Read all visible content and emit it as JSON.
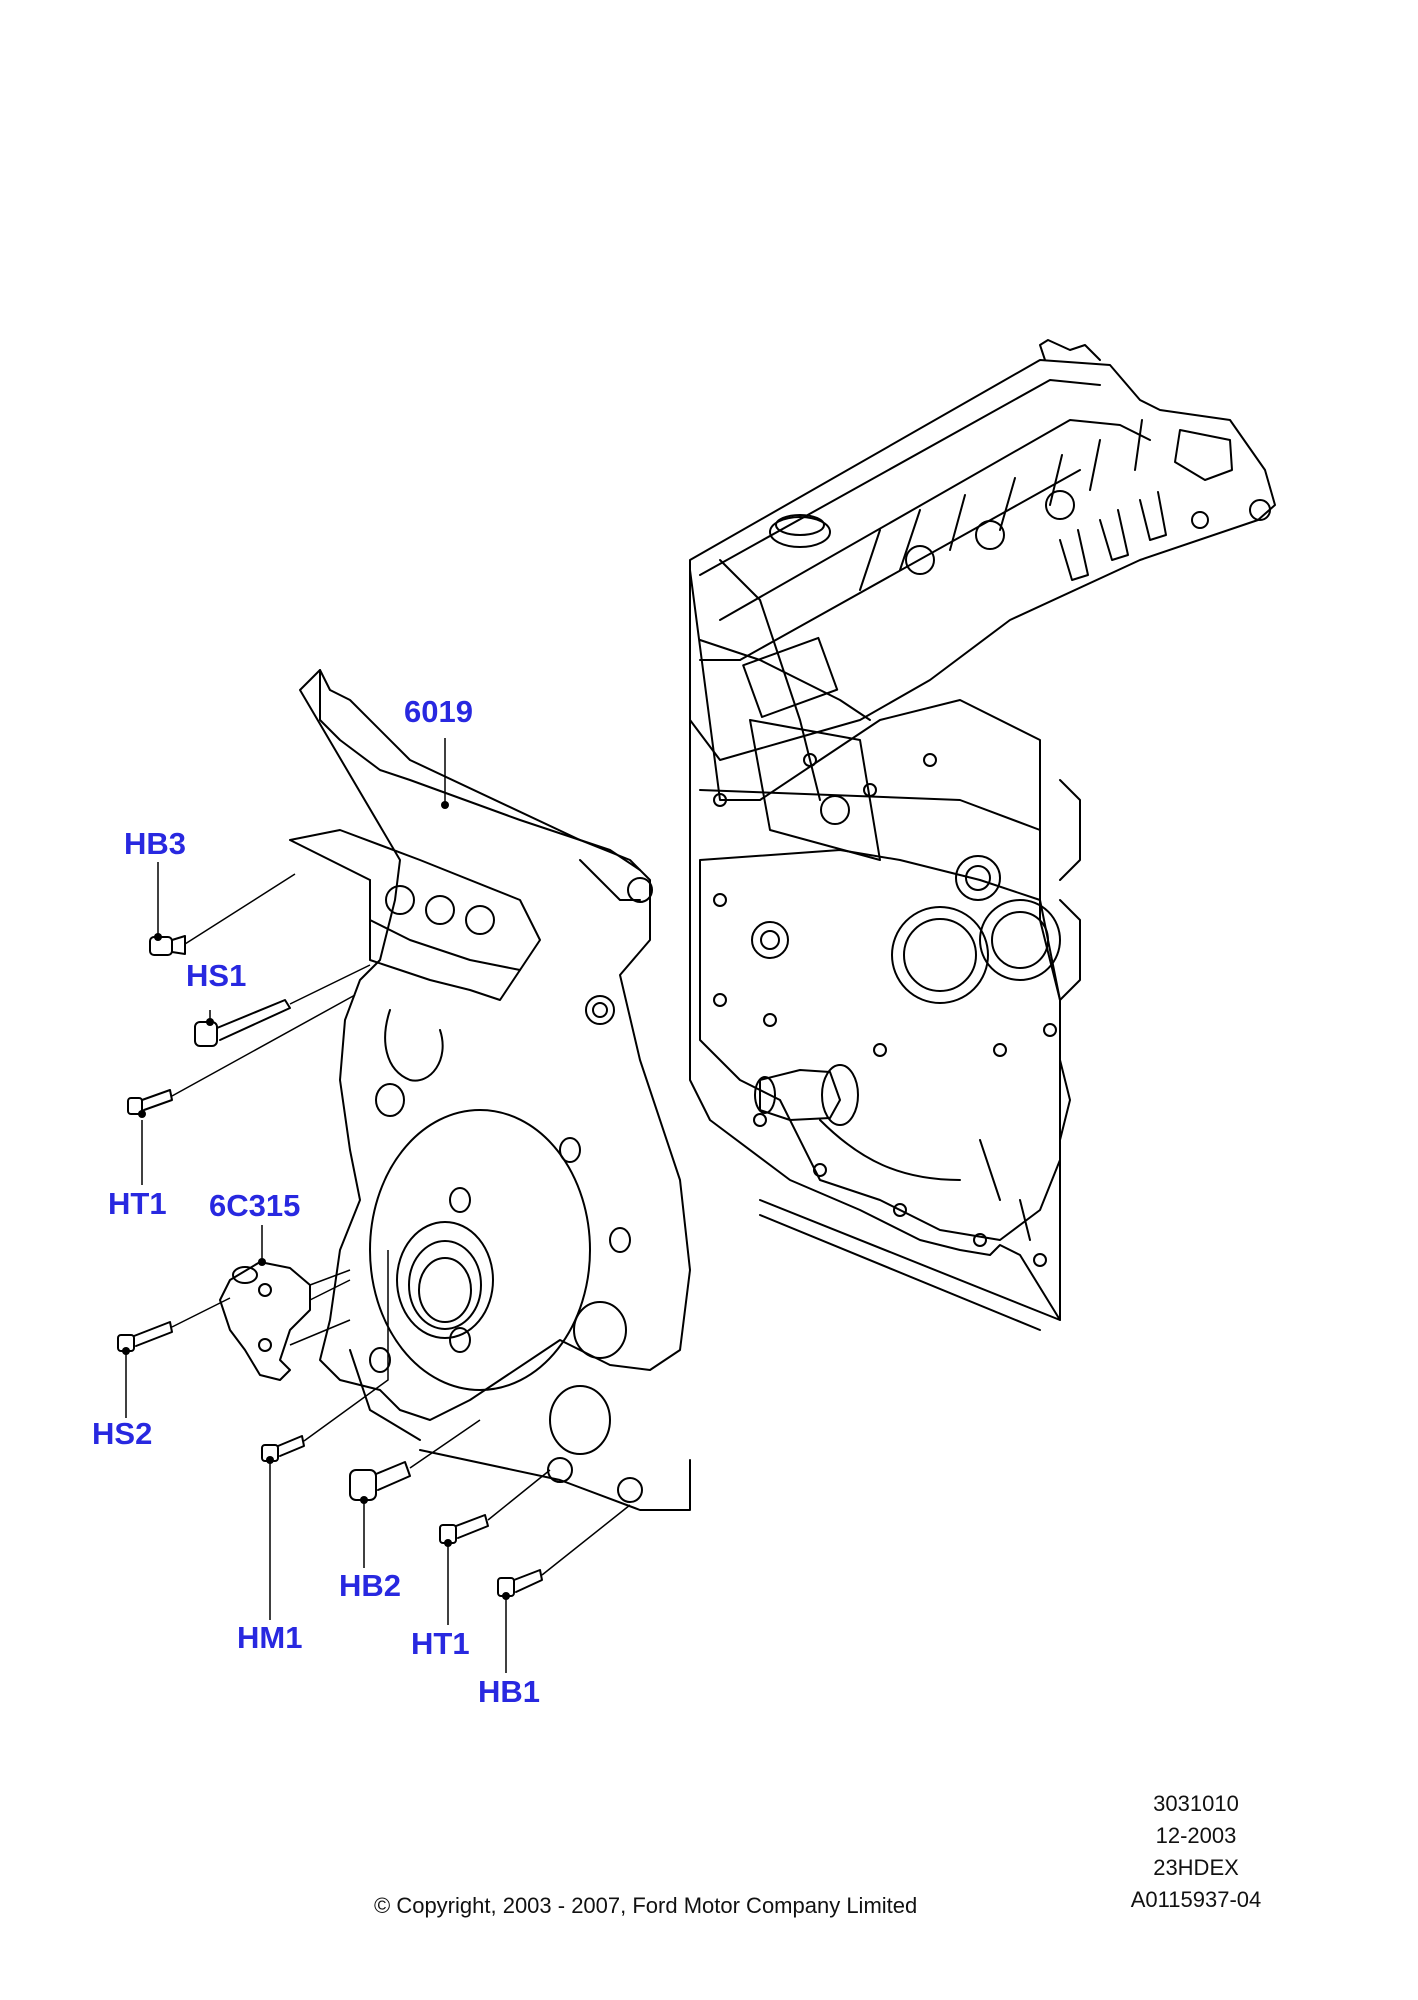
{
  "colors": {
    "callout": "#2828e0",
    "line": "#000000",
    "background": "#ffffff"
  },
  "callouts": {
    "c6019": "6019",
    "hb3": "HB3",
    "hs1": "HS1",
    "ht1_top": "HT1",
    "c6c315": "6C315",
    "hs2": "HS2",
    "hm1": "HM1",
    "hb2": "HB2",
    "ht1_bottom": "HT1",
    "hb1": "HB1"
  },
  "meta": {
    "illustration_number": "3031010",
    "date": "12-2003",
    "code": "23HDEX",
    "reference": "A0115937-04",
    "copyright": "© Copyright, 2003 - 2007, Ford Motor Company Limited"
  }
}
